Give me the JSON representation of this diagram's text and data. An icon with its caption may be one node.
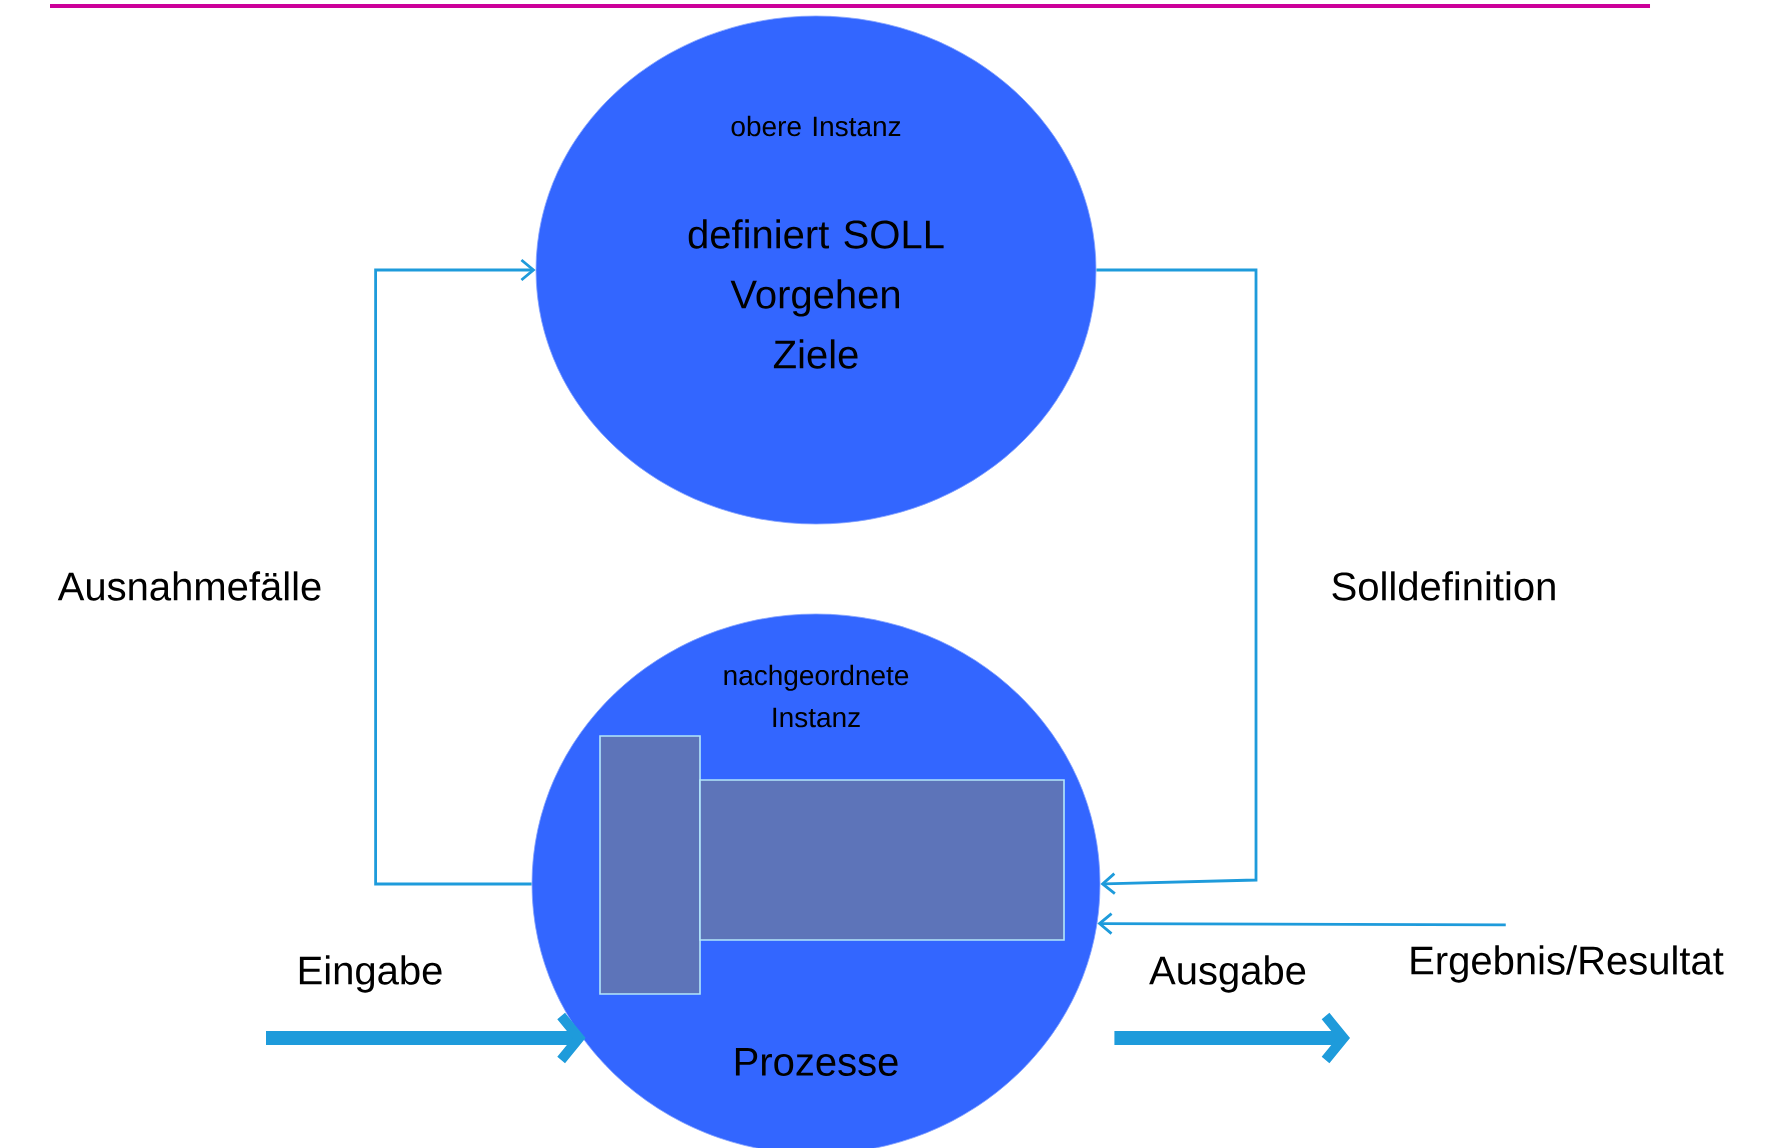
{
  "diagram": {
    "nodes": [
      {
        "text": [
          "obere Instanz",
          "definiert SOLL Vorgehen Ziele"
        ]
      },
      {
        "text": [
          "nachgeordnete Instanz",
          "Prozesse"
        ]
      },
      {
        "text": [
          "Ergebnis/Resultat"
        ]
      }
    ],
    "edges": [
      {
        "from": 1,
        "to": 0,
        "arrow": "to",
        "label": "Ausnahmefälle"
      },
      {
        "from": 0,
        "to": 1,
        "arrow": "to",
        "label": "Solldefinition"
      },
      {
        "from": 2,
        "to": 1,
        "arrow": "to"
      },
      {
        "from": null,
        "to": 1,
        "arrow": "to",
        "label": "Eingabe",
        "style": "thick"
      },
      {
        "from": 1,
        "to": null,
        "arrow": "to",
        "label": "Ausgabe",
        "style": "thick"
      }
    ]
  }
}
